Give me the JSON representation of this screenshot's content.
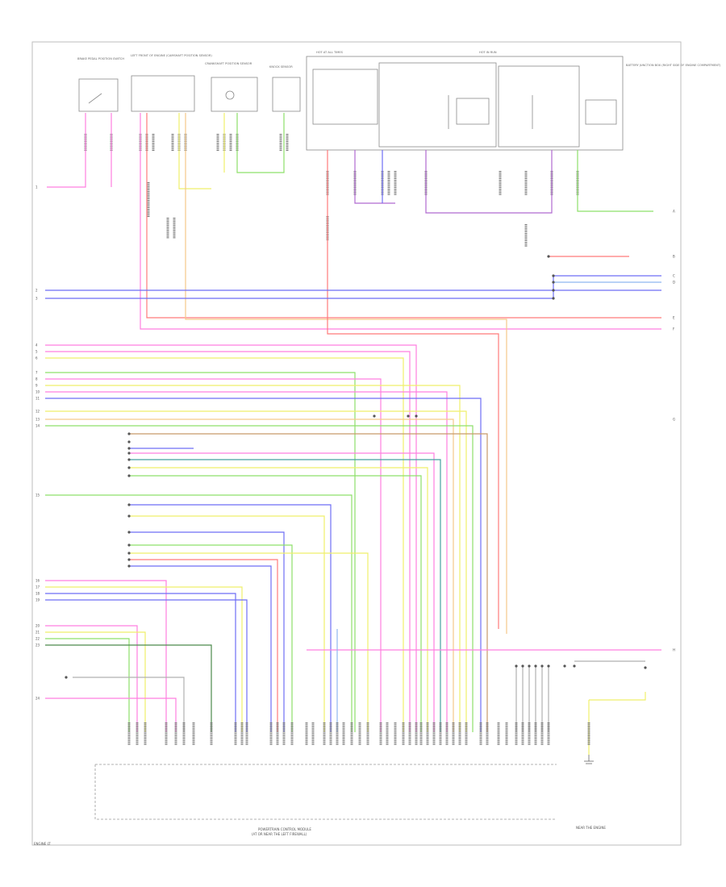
{
  "diagram": {
    "footer_code": "ENGINE LT",
    "module_title_line1": "POWERTRAIN CONTROL MODULE",
    "module_title_line2": "(AT OR NEAR THE LEFT FIREWALL)",
    "ground_label": "NEAR THE ENGINE",
    "top_components": [
      {
        "id": "c1",
        "label": "BRAKE PEDAL POSITION SWITCH"
      },
      {
        "id": "c2",
        "label": "LEFT FRONT OF ENGINE (CAMSHAFT POSITION SENSOR)"
      },
      {
        "id": "c3",
        "label": "CRANKSHAFT POSITION SENSOR"
      },
      {
        "id": "c4",
        "label": "KNOCK SENSOR"
      },
      {
        "id": "c5",
        "label": "HOT AT ALL TIMES"
      },
      {
        "id": "c6",
        "label": "HOT IN RUN"
      },
      {
        "id": "c7",
        "label": "BATTERY JUNCTION BOX (RIGHT SIDE OF ENGINE COMPARTMENT)"
      }
    ],
    "left_refs": [
      "1",
      "2",
      "3",
      "4",
      "5",
      "6",
      "7",
      "8",
      "9",
      "10",
      "11",
      "12",
      "13",
      "14",
      "15",
      "16",
      "17",
      "18",
      "19",
      "20",
      "21",
      "22",
      "23",
      "24"
    ],
    "right_refs": [
      "A",
      "B",
      "C",
      "D",
      "E",
      "F",
      "G",
      "H"
    ]
  }
}
